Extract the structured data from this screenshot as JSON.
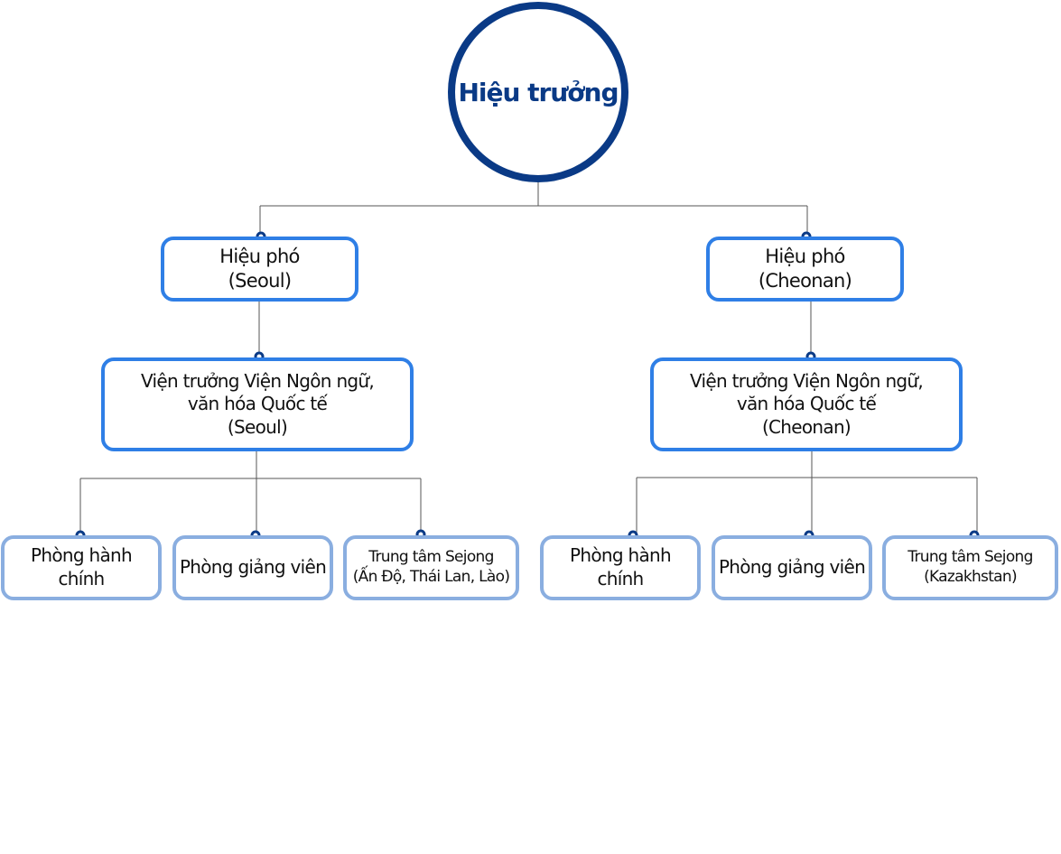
{
  "root": {
    "title": "Hiệu trưởng"
  },
  "campuses": [
    {
      "vice_principal": [
        "Hiệu phó",
        "(Seoul)"
      ],
      "institute_director": [
        "Viện trưởng Viện Ngôn ngữ,",
        "văn hóa Quốc tế",
        "(Seoul)"
      ],
      "units": [
        [
          "Phòng hành",
          "chính"
        ],
        [
          "Phòng giảng viên"
        ],
        [
          "Trung tâm Sejong",
          "(Ấn Độ, Thái Lan, Lào)"
        ]
      ]
    },
    {
      "vice_principal": [
        "Hiệu phó",
        "(Cheonan)"
      ],
      "institute_director": [
        "Viện trưởng Viện Ngôn ngữ,",
        "văn hóa Quốc tế",
        "(Cheonan)"
      ],
      "units": [
        [
          "Phòng hành",
          "chính"
        ],
        [
          "Phòng giảng viên"
        ],
        [
          "Trung tâm Sejong",
          "(Kazakhstan)"
        ]
      ]
    }
  ],
  "colors": {
    "root_border": "#0a3a86",
    "box_border_primary": "#2f7fe6",
    "box_border_secondary": "#8aaee0",
    "connector": "#555555",
    "connector_dot": "#0a3a86"
  }
}
